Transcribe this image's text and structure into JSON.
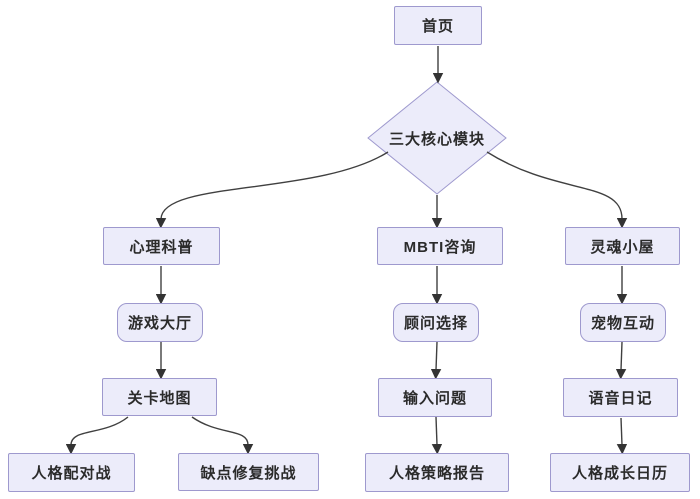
{
  "diagram": {
    "type": "flowchart",
    "direction": "top-down",
    "nodes": [
      {
        "id": "home",
        "label": "首页",
        "shape": "rect"
      },
      {
        "id": "core",
        "label": "三大核心模块",
        "shape": "diamond"
      },
      {
        "id": "psych",
        "label": "心理科普",
        "shape": "rect"
      },
      {
        "id": "game",
        "label": "游戏大厅",
        "shape": "rounded"
      },
      {
        "id": "level",
        "label": "关卡地图",
        "shape": "rect"
      },
      {
        "id": "match",
        "label": "人格配对战",
        "shape": "rect"
      },
      {
        "id": "flaw",
        "label": "缺点修复挑战",
        "shape": "rect"
      },
      {
        "id": "mbti",
        "label": "MBTI咨询",
        "shape": "rect"
      },
      {
        "id": "advisor",
        "label": "顾问选择",
        "shape": "rounded"
      },
      {
        "id": "input",
        "label": "输入问题",
        "shape": "rect"
      },
      {
        "id": "report",
        "label": "人格策略报告",
        "shape": "rect"
      },
      {
        "id": "soul",
        "label": "灵魂小屋",
        "shape": "rect"
      },
      {
        "id": "pet",
        "label": "宠物互动",
        "shape": "rounded"
      },
      {
        "id": "voice",
        "label": "语音日记",
        "shape": "rect"
      },
      {
        "id": "calendar",
        "label": "人格成长日历",
        "shape": "rect"
      }
    ],
    "edges": [
      {
        "from": "home",
        "to": "core"
      },
      {
        "from": "core",
        "to": "psych"
      },
      {
        "from": "core",
        "to": "mbti"
      },
      {
        "from": "core",
        "to": "soul"
      },
      {
        "from": "psych",
        "to": "game"
      },
      {
        "from": "game",
        "to": "level"
      },
      {
        "from": "level",
        "to": "match"
      },
      {
        "from": "level",
        "to": "flaw"
      },
      {
        "from": "mbti",
        "to": "advisor"
      },
      {
        "from": "advisor",
        "to": "input"
      },
      {
        "from": "input",
        "to": "report"
      },
      {
        "from": "soul",
        "to": "pet"
      },
      {
        "from": "pet",
        "to": "voice"
      },
      {
        "from": "voice",
        "to": "calendar"
      }
    ],
    "colors": {
      "node_fill": "#ECECFA",
      "node_border": "#9E99CE",
      "arrow": "#404040",
      "text": "#2B2B2B",
      "background": "#FFFFFF"
    }
  }
}
